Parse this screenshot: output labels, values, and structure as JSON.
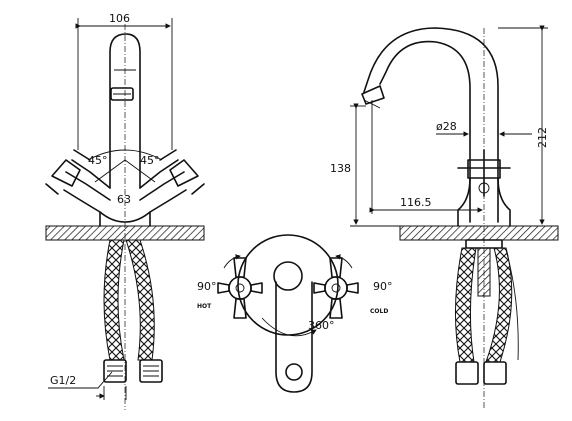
{
  "dimensions": {
    "front_width": "106",
    "front_angle_left": "45°",
    "front_angle_right": "45°",
    "front_center": "63",
    "thread": "G1/2",
    "side_height": "212",
    "side_diameter": "ø28",
    "side_spout_height": "138",
    "side_reach": "116.5"
  },
  "top_view": {
    "left_angle": "90°",
    "right_angle": "90°",
    "rotation": "360°",
    "hot_label": "HOT",
    "cold_label": "COLD"
  }
}
